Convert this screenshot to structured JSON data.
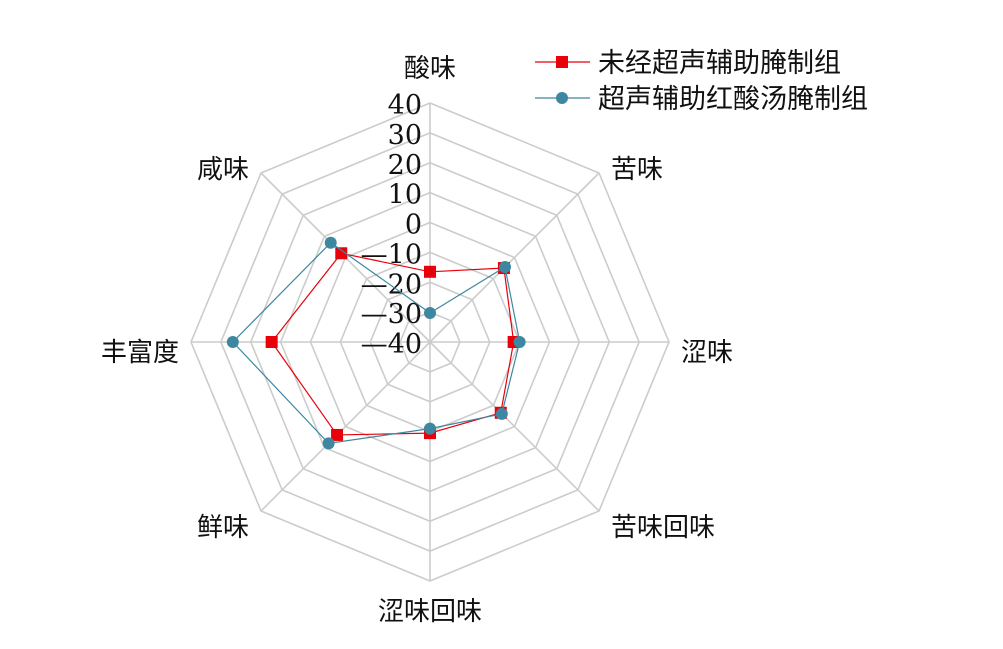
{
  "chart_data": {
    "type": "radar",
    "title": "",
    "axes": [
      "酸味",
      "苦味",
      "涩味",
      "苦味回味",
      "涩味回味",
      "鲜味",
      "丰富度",
      "咸味"
    ],
    "rlim": [
      -40,
      40
    ],
    "ticks": [
      40,
      30,
      20,
      10,
      0,
      -10,
      -20,
      -30,
      -40
    ],
    "tick_labels": [
      "40",
      "30",
      "20",
      "10",
      "0",
      "—10",
      "—20",
      "—30",
      "—40"
    ],
    "grid": true,
    "legend_position": "top-right",
    "series": [
      {
        "name": "未经超声辅助腌制组",
        "color": "#e8000b",
        "marker": "square",
        "values": [
          -16.5,
          -5,
          -12,
          -6.5,
          -9.5,
          4,
          13,
          2
        ]
      },
      {
        "name": "超声辅助红酸汤腌制组",
        "color": "#3d88a0",
        "marker": "circle",
        "values": [
          -30.3,
          -4.5,
          -10,
          -6,
          -11,
          8,
          26,
          7
        ]
      }
    ]
  }
}
